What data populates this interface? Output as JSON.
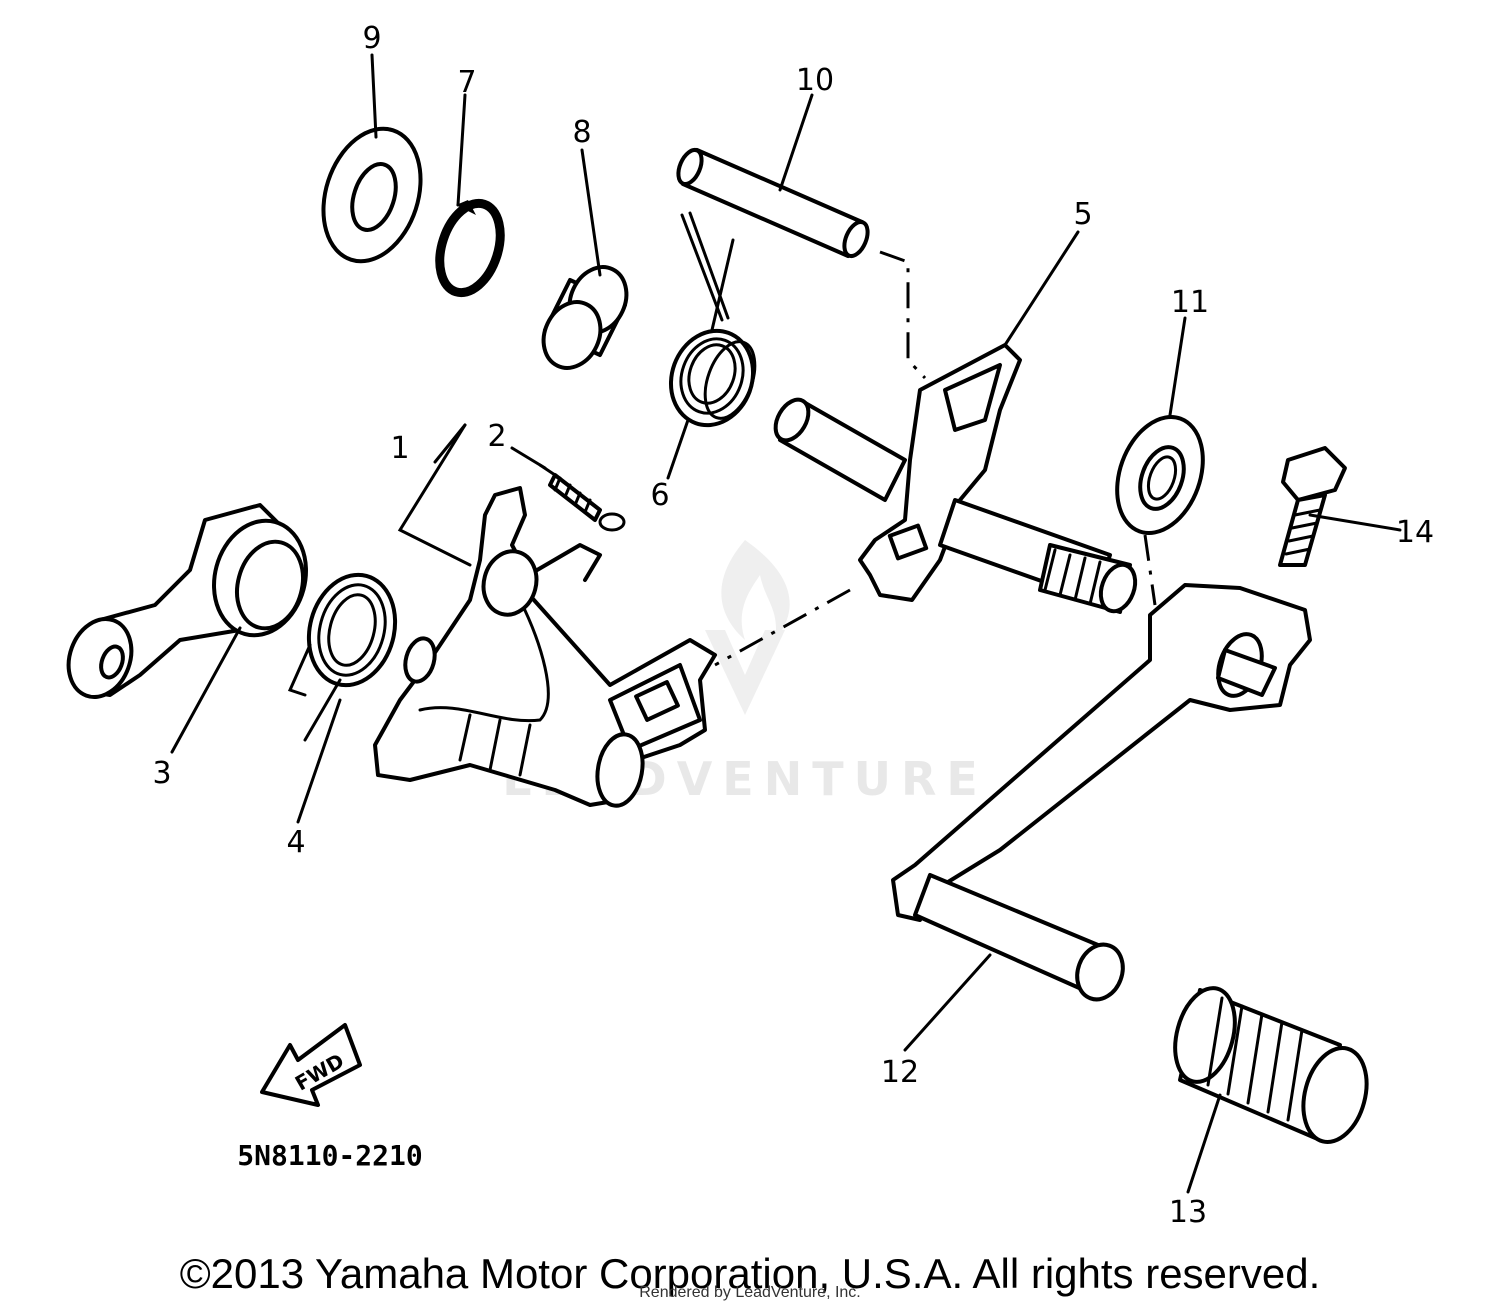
{
  "callouts": {
    "c1": "1",
    "c2": "2",
    "c3": "3",
    "c4": "4",
    "c5": "5",
    "c6": "6",
    "c7": "7",
    "c8": "8",
    "c9": "9",
    "c10": "10",
    "c11": "11",
    "c12": "12",
    "c13": "13",
    "c14": "14"
  },
  "fwd_label": "FWD",
  "diagram_code": "5N8110-2210",
  "watermark": "LEADVENTURE",
  "copyright": "©2013 Yamaha Motor Corporation, U.S.A. All rights reserved.",
  "rendered_by": "Rendered by LeadVenture, Inc."
}
